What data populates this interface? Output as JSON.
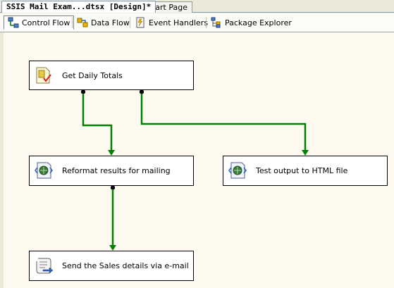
{
  "document_tabs": [
    {
      "label": "SSIS Mail Exam...dtsx [Design]*",
      "active": true
    },
    {
      "label": "Start Page",
      "active": false
    }
  ],
  "designer_tabs": [
    {
      "label": "Control Flow",
      "icon": "control-flow-icon",
      "active": true
    },
    {
      "label": "Data Flow",
      "icon": "data-flow-icon",
      "active": false
    },
    {
      "label": "Event Handlers",
      "icon": "event-handlers-icon",
      "active": false
    },
    {
      "label": "Package Explorer",
      "icon": "package-explorer-icon",
      "active": false
    }
  ],
  "tasks": {
    "get_daily_totals": {
      "label": "Get Daily Totals",
      "icon": "execute-sql-task-icon"
    },
    "reformat": {
      "label": "Reformat results for mailing",
      "icon": "script-task-icon"
    },
    "test_output": {
      "label": "Test output to HTML file",
      "icon": "script-task-icon"
    },
    "send_mail": {
      "label": "Send the Sales details via e-mail",
      "icon": "send-mail-task-icon"
    }
  },
  "colors": {
    "precedence_success": "#008000",
    "canvas": "#fffaf0",
    "chrome": "#ece9d8"
  }
}
